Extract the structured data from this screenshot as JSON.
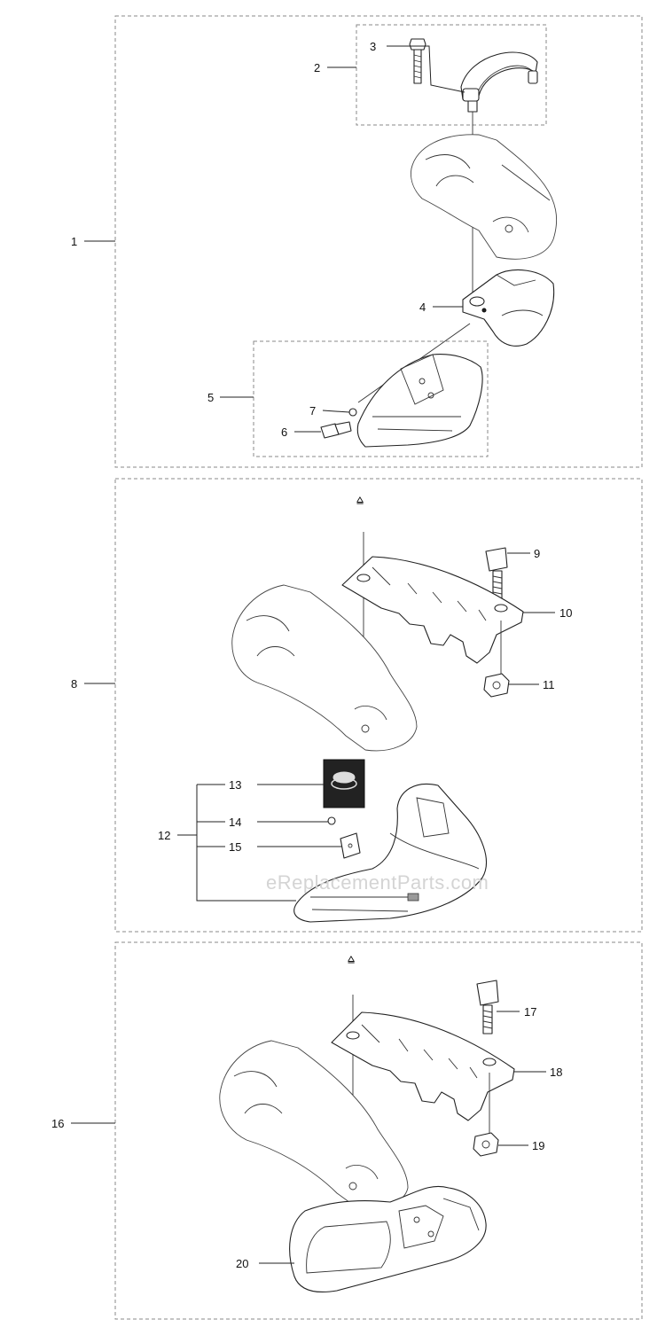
{
  "watermark": "eReplacementParts.com",
  "callouts": {
    "c1": "1",
    "c2": "2",
    "c3": "3",
    "c4": "4",
    "c5": "5",
    "c6": "6",
    "c7": "7",
    "c8": "8",
    "c9": "9",
    "c10": "10",
    "c11": "11",
    "c12": "12",
    "c13": "13",
    "c14": "14",
    "c15": "15",
    "c16": "16",
    "c17": "17",
    "c18": "18",
    "c19": "19",
    "c20": "20"
  },
  "colors": {
    "dashed_box": "#8a8a8a",
    "line": "#222222",
    "watermark": "#d4d4d4"
  }
}
